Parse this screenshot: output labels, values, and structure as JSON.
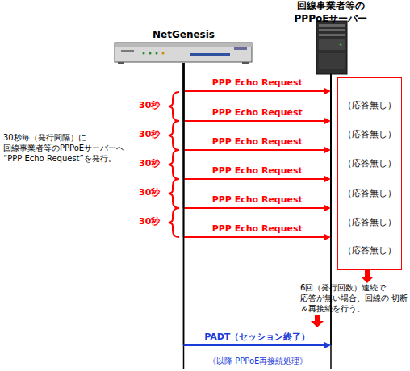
{
  "diagram": {
    "nodes": [
      {
        "text": [
          "NetGenesis"
        ]
      },
      {
        "text": [
          "回線事業者等の PPPoEサーバー"
        ]
      },
      {
        "text": [
          "（応答無し）",
          "（応答無し）",
          "（応答無し）",
          "（応答無し）",
          "（応答無し）",
          "（応答無し）"
        ]
      }
    ],
    "edges": [
      {
        "from": 0,
        "to": 1,
        "label": "PPP Echo Request",
        "arrow": "to"
      },
      {
        "from": 0,
        "to": 1,
        "label": "PPP Echo Request",
        "arrow": "to"
      },
      {
        "from": 0,
        "to": 1,
        "label": "PPP Echo Request",
        "arrow": "to"
      },
      {
        "from": 0,
        "to": 1,
        "label": "PPP Echo Request",
        "arrow": "to"
      },
      {
        "from": 0,
        "to": 1,
        "label": "PPP Echo Request",
        "arrow": "to"
      },
      {
        "from": 0,
        "to": 1,
        "label": "PPP Echo Request",
        "arrow": "to"
      },
      {
        "from": 0,
        "to": 1,
        "label": "PADT（セッション終了）",
        "arrow": "to"
      }
    ],
    "labels": [
      "30秒",
      "30秒",
      "30秒",
      "30秒",
      "30秒",
      "30秒毎（発行間隔）に 回線事業者等のPPPoEサーバーへ “PPP Echo Request”を発行。",
      "6回（発行回数）連続で 応答が無い場合、回線の 切断＆再接続を行う。",
      "《以降 PPPoE再接続処理》"
    ]
  }
}
